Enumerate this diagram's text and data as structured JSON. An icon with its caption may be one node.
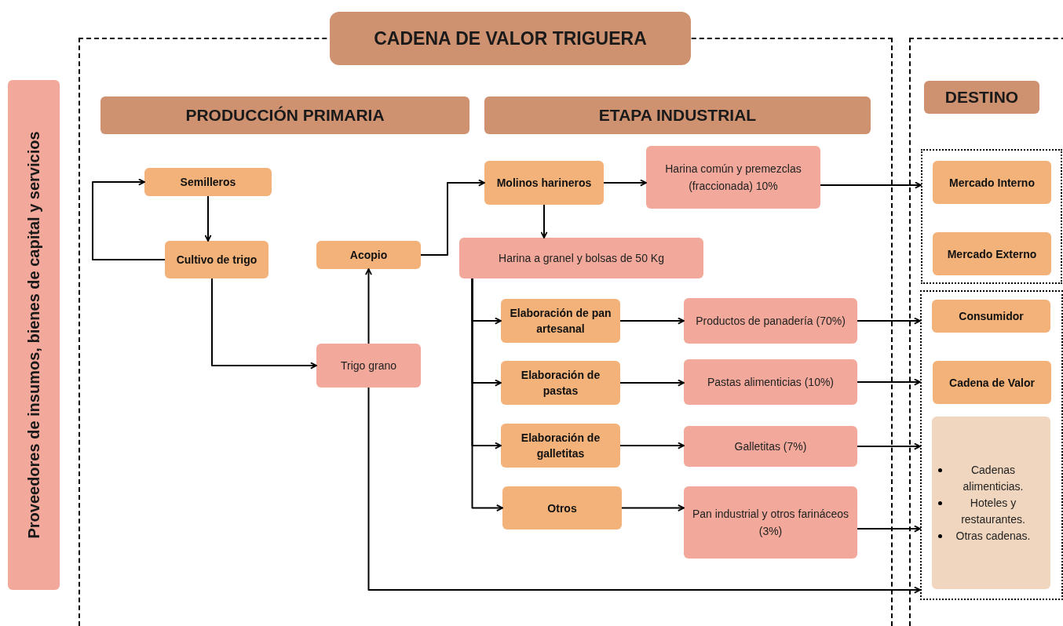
{
  "diagram": {
    "nodes": [
      {
        "text": [
          "Proveedores de insumos, bienes de capital y servicios"
        ]
      },
      {
        "text": [],
        "shape": "box"
      },
      {
        "text": [
          "CADENA DE VALOR TRIGUERA"
        ]
      },
      {
        "text": [
          "PRODUCCIÓN PRIMARIA"
        ],
        "in": 1
      },
      {
        "text": [
          "ETAPA INDUSTRIAL"
        ],
        "in": 1
      },
      {
        "text": [
          "Semilleros"
        ],
        "in": 1
      },
      {
        "text": [
          "Cultivo de trigo"
        ],
        "in": 1
      },
      {
        "text": [
          "Acopio"
        ],
        "in": 1
      },
      {
        "text": [
          "Trigo grano"
        ],
        "in": 1
      },
      {
        "text": [
          "Molinos harineros"
        ],
        "in": 1
      },
      {
        "text": [
          "Harina común y premezclas (fraccionada) 10%"
        ],
        "in": 1
      },
      {
        "text": [
          "Harina a granel y bolsas de 50 Kg"
        ],
        "in": 1
      },
      {
        "text": [
          "Elaboración de pan artesanal"
        ],
        "in": 1
      },
      {
        "text": [
          "Elaboración de pastas"
        ],
        "in": 1
      },
      {
        "text": [
          "Elaboración de galletitas"
        ],
        "in": 1
      },
      {
        "text": [
          "Otros"
        ],
        "in": 1
      },
      {
        "text": [
          "Productos de panadería (70%)"
        ],
        "in": 1
      },
      {
        "text": [
          "Pastas alimenticias (10%)"
        ],
        "in": 1
      },
      {
        "text": [
          "Galletitas (7%)"
        ],
        "in": 1
      },
      {
        "text": [
          "Pan industrial y otros farináceos (3%)"
        ],
        "in": 1
      },
      {
        "text": [],
        "shape": "box"
      },
      {
        "text": [
          "DESTINO"
        ],
        "in": 20
      },
      {
        "text": [],
        "shape": "box",
        "in": 20
      },
      {
        "text": [
          "Mercado Interno"
        ],
        "in": 22
      },
      {
        "text": [
          "Mercado Externo"
        ],
        "in": 22
      },
      {
        "text": [],
        "shape": "box",
        "in": 20
      },
      {
        "text": [
          "Consumidor"
        ],
        "in": 25
      },
      {
        "text": [
          "Cadena de Valor"
        ],
        "in": 25
      },
      {
        "text": [
          "Cadenas alimenticias.",
          "Hoteles y restaurantes.",
          "Otras cadenas."
        ],
        "in": 25
      }
    ],
    "edges": [
      {
        "from": 6,
        "to": 5,
        "arrow": "to"
      },
      {
        "from": 5,
        "to": 6,
        "arrow": "to"
      },
      {
        "from": 6,
        "to": 8,
        "arrow": "to"
      },
      {
        "from": 8,
        "to": 7,
        "arrow": "to"
      },
      {
        "from": 7,
        "to": 9,
        "arrow": "to"
      },
      {
        "from": 9,
        "to": 10,
        "arrow": "to"
      },
      {
        "from": 9,
        "to": 11,
        "arrow": "to"
      },
      {
        "from": 11,
        "to": 12,
        "arrow": "to"
      },
      {
        "from": 11,
        "to": 13,
        "arrow": "to"
      },
      {
        "from": 11,
        "to": 14,
        "arrow": "to"
      },
      {
        "from": 11,
        "to": 15,
        "arrow": "to"
      },
      {
        "from": 12,
        "to": 16,
        "arrow": "to"
      },
      {
        "from": 13,
        "to": 17,
        "arrow": "to"
      },
      {
        "from": 14,
        "to": 18,
        "arrow": "to"
      },
      {
        "from": 15,
        "to": 19,
        "arrow": "to"
      },
      {
        "from": 10,
        "to": 22,
        "arrow": "to"
      },
      {
        "from": 16,
        "to": 25,
        "arrow": "to"
      },
      {
        "from": 17,
        "to": 25,
        "arrow": "to"
      },
      {
        "from": 18,
        "to": 25,
        "arrow": "to"
      },
      {
        "from": 19,
        "to": 25,
        "arrow": "to"
      },
      {
        "from": 8,
        "to": 25,
        "arrow": "to"
      }
    ]
  }
}
